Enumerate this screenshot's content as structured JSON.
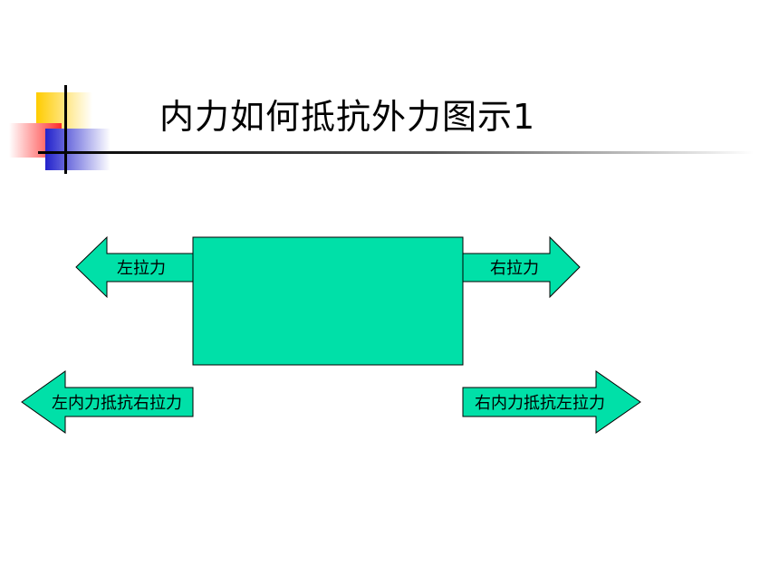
{
  "slide": {
    "title": "内力如何抵抗外力图示1"
  },
  "diagram": {
    "fill_color": "#00e0a8",
    "outline_color": "#000000",
    "arrows": {
      "left_pull": "左拉力",
      "right_pull": "右拉力",
      "left_internal": "左内力抵抗右拉力",
      "right_internal": "右内力抵抗左拉力"
    }
  }
}
